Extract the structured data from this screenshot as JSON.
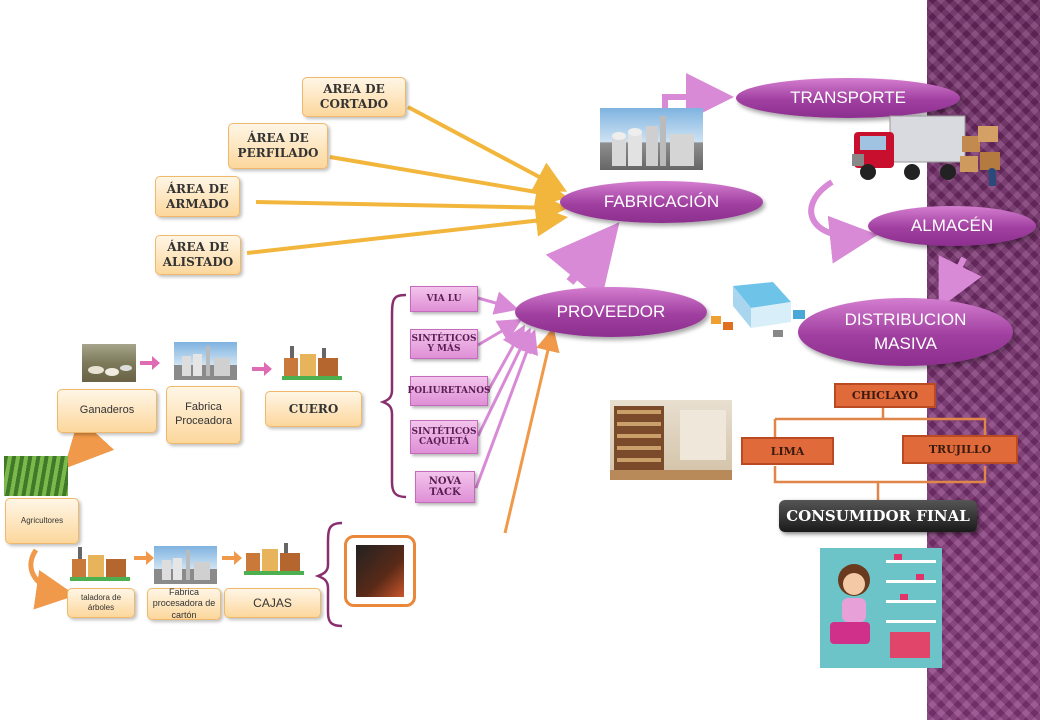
{
  "production_areas": [
    "AREA DE CORTADO",
    "ÁREA DE PERFILADO",
    "ÁREA DE ARMADO",
    "ÁREA DE ALISTADO"
  ],
  "stages": {
    "fabricacion": "FABRICACIÓN",
    "transporte": "TRANSPORTE",
    "almacen": "ALMACÉN",
    "proveedor": "PROVEEDOR",
    "distribucion_line1": "DISTRIBUCION",
    "distribucion_line2": "MASIVA"
  },
  "leather_chain": {
    "ganaderos": "Ganaderos",
    "fabrica": "Fabrica Proceadora",
    "cuero": "CUERO"
  },
  "box_chain": {
    "agricultores": "Agricultores",
    "taladora": "taladora de árboles",
    "fabrica_carton": "Fabrica procesadora de cartón",
    "cajas": "CAJAS"
  },
  "materials": [
    "VIA LU",
    "SINTÉTICOS Y MÁS",
    "POLIURETANOS",
    "SINTÉTICOS CAQUETÁ",
    "NOVA TACK"
  ],
  "cities": {
    "chiclayo": "CHICLAYO",
    "lima": "LIMA",
    "trujillo": "TRUJILLO"
  },
  "consumer": "CONSUMIDOR FINAL",
  "colors": {
    "purple": "#a03fa0",
    "yellow_arrow": "#f2b63c",
    "orange_arrow": "#f0994a",
    "orange_box": "#e06a3a"
  }
}
